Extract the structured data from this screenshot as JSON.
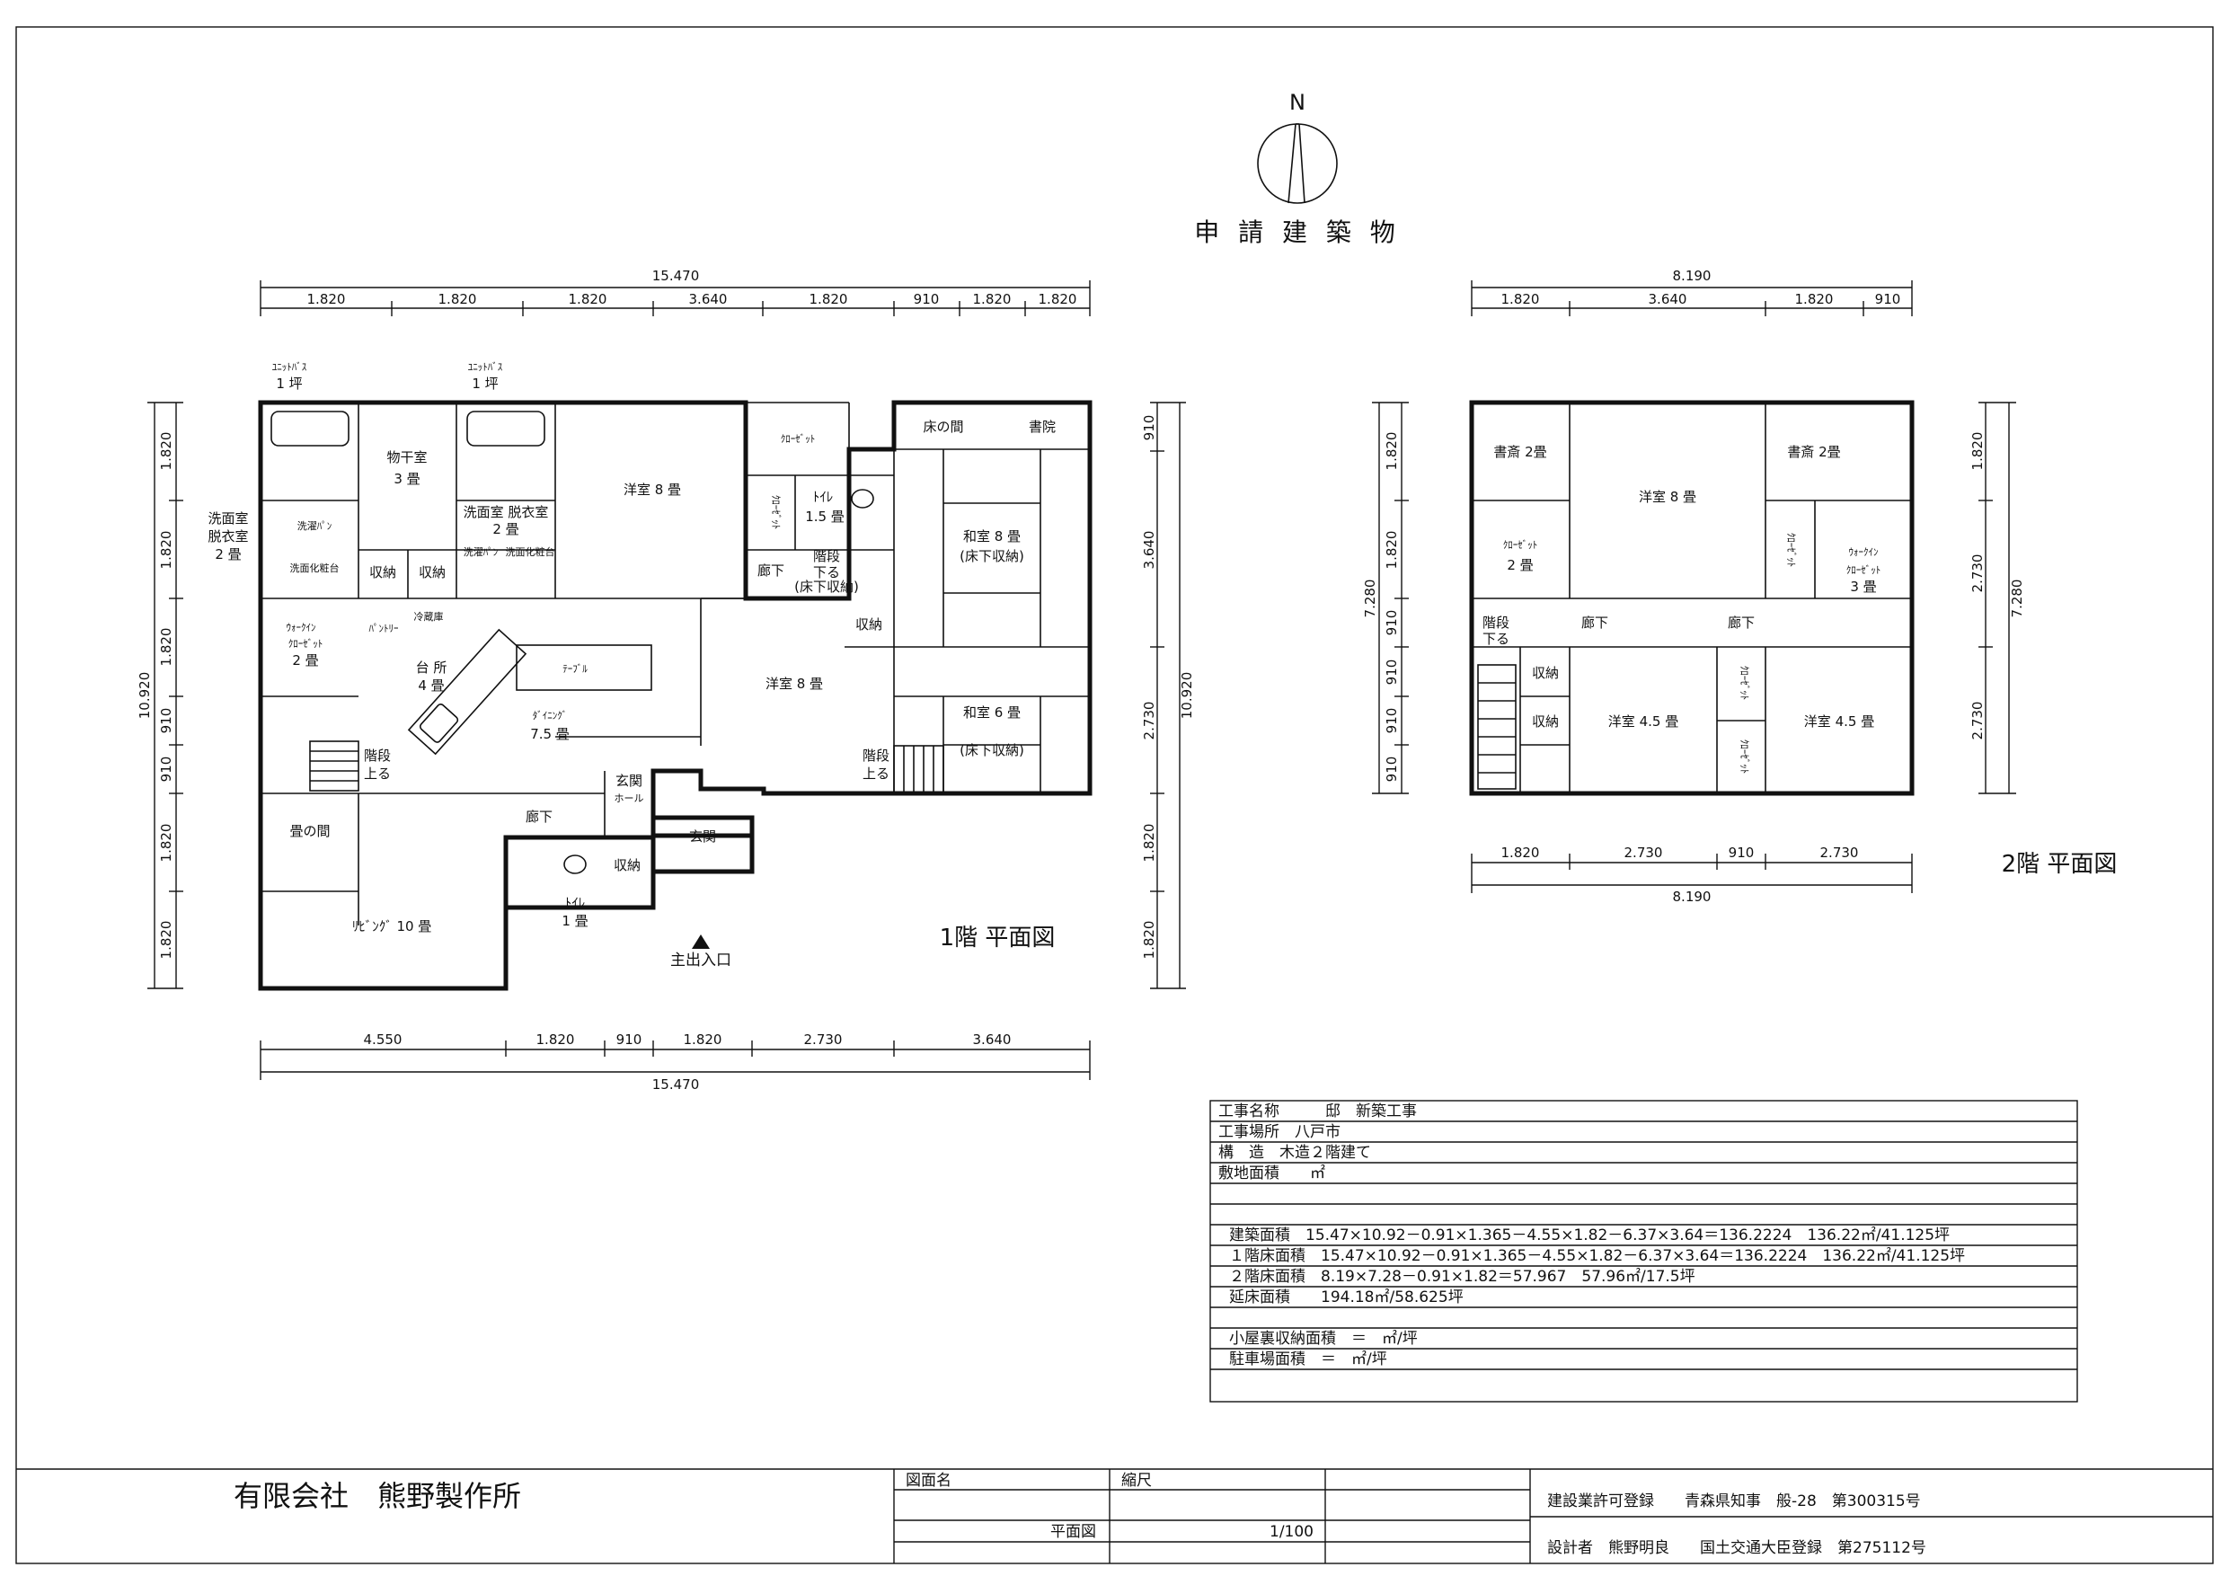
{
  "compass": {
    "north": "N",
    "title": "申 請 建 築 物"
  },
  "plan1": {
    "title": "1階 平面図",
    "entrance": "主出入口",
    "dims_top_total": "15.470",
    "dims_top": [
      "1.820",
      "1.820",
      "1.820",
      "3.640",
      "1.820",
      "910",
      "1.820",
      "1.820"
    ],
    "dims_bottom_total": "15.470",
    "dims_bottom": [
      "4.550",
      "1.820",
      "910",
      "1.820",
      "2.730",
      "3.640"
    ],
    "dims_left_total": "10.920",
    "dims_left": [
      "1.820",
      "1.820",
      "1.820",
      "910",
      "910",
      "1.820",
      "1.820"
    ],
    "dims_right_total": "10.920",
    "dims_right": [
      "910",
      "3.640",
      "2.730",
      "1.820",
      "1.820"
    ],
    "rooms": {
      "unitbath1": "ﾕﾆｯﾄﾊﾞｽ",
      "unitbath1_size": "1 坪",
      "unitbath2": "ﾕﾆｯﾄﾊﾞｽ",
      "unitbath2_size": "1 坪",
      "drying": "物干室",
      "drying_size": "3 畳",
      "washroom_l1": "洗面室",
      "washroom_l2": "脱衣室",
      "washroom_l_size": "2 畳",
      "washroom_r": "洗面室 脱衣室",
      "washroom_r_size": "2 畳",
      "washer1": "洗濯ﾊﾟﾝ",
      "vanity1": "洗面化粧台",
      "washer2": "洗濯ﾊﾟﾝ",
      "vanity2": "洗面化粧台",
      "storage_a": "収納",
      "storage_b": "収納",
      "western8_a": "洋室 8 畳",
      "closet_a": "ｸﾛｰｾﾞｯﾄ",
      "closet_b": "ｸﾛｰｾﾞｯﾄ",
      "toilet_a": "ﾄｲﾚ",
      "toilet_a_size": "1.5 畳",
      "tokonoma": "床の間",
      "shoin": "書院",
      "japanese8": "和室 8 畳",
      "japanese8_sub": "(床下収納)",
      "hall_a": "廊下",
      "stair_down": "階段",
      "stair_down2": "下る",
      "stair_down_sub": "(床下収納)",
      "storage_c": "収納",
      "walkin": "ｳｫｰｸｲﾝ",
      "walkin2": "ｸﾛｰｾﾞｯﾄ",
      "walkin_size": "2 畳",
      "pantry": "ﾊﾟﾝﾄﾘｰ",
      "fridge": "冷蔵庫",
      "kitchen": "台 所",
      "kitchen_size": "4 畳",
      "table": "ﾃｰﾌﾞﾙ",
      "dining": "ﾀﾞｲﾆﾝｸﾞ",
      "dining_size": "7.5 畳",
      "western8_b": "洋室 8 畳",
      "japanese6": "和室 6 畳",
      "japanese6_sub": "(床下収納)",
      "stair_up_a": "階段",
      "stair_up_a2": "上る",
      "stair_up_b": "階段",
      "stair_up_b2": "上る",
      "entry_hall": "玄関",
      "entry_hall2": "ホール",
      "tatami_room": "畳の間",
      "hall_b": "廊下",
      "storage_d": "収納",
      "genkan": "玄関",
      "living": "ﾘﾋﾞﾝｸﾞ 10 畳",
      "toilet_b": "ﾄｲﾚ",
      "toilet_b_size": "1 畳"
    }
  },
  "plan2": {
    "title": "2階 平面図",
    "dims_top_total": "8.190",
    "dims_top": [
      "1.820",
      "3.640",
      "1.820",
      "910"
    ],
    "dims_bottom_total": "8.190",
    "dims_bottom": [
      "1.820",
      "2.730",
      "910",
      "2.730"
    ],
    "dims_left_total": "7.280",
    "dims_left": [
      "1.820",
      "1.820",
      "910",
      "910",
      "910",
      "910"
    ],
    "dims_right_total": "7.280",
    "dims_right": [
      "1.820",
      "2.730",
      "2.730"
    ],
    "rooms": {
      "study_a": "書斎 2畳",
      "study_b": "書斎 2畳",
      "western8": "洋室 8 畳",
      "closet_a": "ｸﾛｰｾﾞｯﾄ",
      "closet_a_size": "2 畳",
      "closet_b": "ｸﾛｰｾﾞｯﾄ",
      "walkin": "ｳｫｰｸｲﾝ",
      "walkin2": "ｸﾛｰｾﾞｯﾄ",
      "walkin_size": "3 畳",
      "stair": "階段",
      "stair2": "下る",
      "hall_a": "廊下",
      "hall_b": "廊下",
      "storage_a": "収納",
      "storage_b": "収納",
      "western45_a": "洋室 4.5 畳",
      "western45_b": "洋室 4.5 畳",
      "closet_c": "ｸﾛｰｾﾞｯﾄ",
      "closet_d": "ｸﾛｰｾﾞｯﾄ"
    }
  },
  "spec": {
    "project": "工事名称　　　邸　新築工事",
    "site": "工事場所　八戸市",
    "structure": "構　造　木造２階建て",
    "lot_area": "敷地面積　　㎡",
    "building_area": "建築面積　15.47×10.92－0.91×1.365－4.55×1.82－6.37×3.64＝136.2224　136.22㎡/41.125坪",
    "floor1_area": "１階床面積　15.47×10.92－0.91×1.365－4.55×1.82－6.37×3.64＝136.2224　136.22㎡/41.125坪",
    "floor2_area": "２階床面積　8.19×7.28－0.91×1.82＝57.967　57.96㎡/17.5坪",
    "total_area": "延床面積　　194.18㎡/58.625坪",
    "attic_area": "小屋裏収納面積　＝　㎡/坪",
    "parking_area": "駐車場面積　＝　㎡/坪"
  },
  "title_block": {
    "company": "有限会社　熊野製作所",
    "drawing_name_label": "図面名",
    "scale_label": "縮尺",
    "drawing_name": "平面図",
    "scale": "1/100",
    "license": "建設業許可登録　　青森県知事　般-28　第300315号",
    "designer": "設計者　熊野明良　　国土交通大臣登録　第275112号"
  }
}
